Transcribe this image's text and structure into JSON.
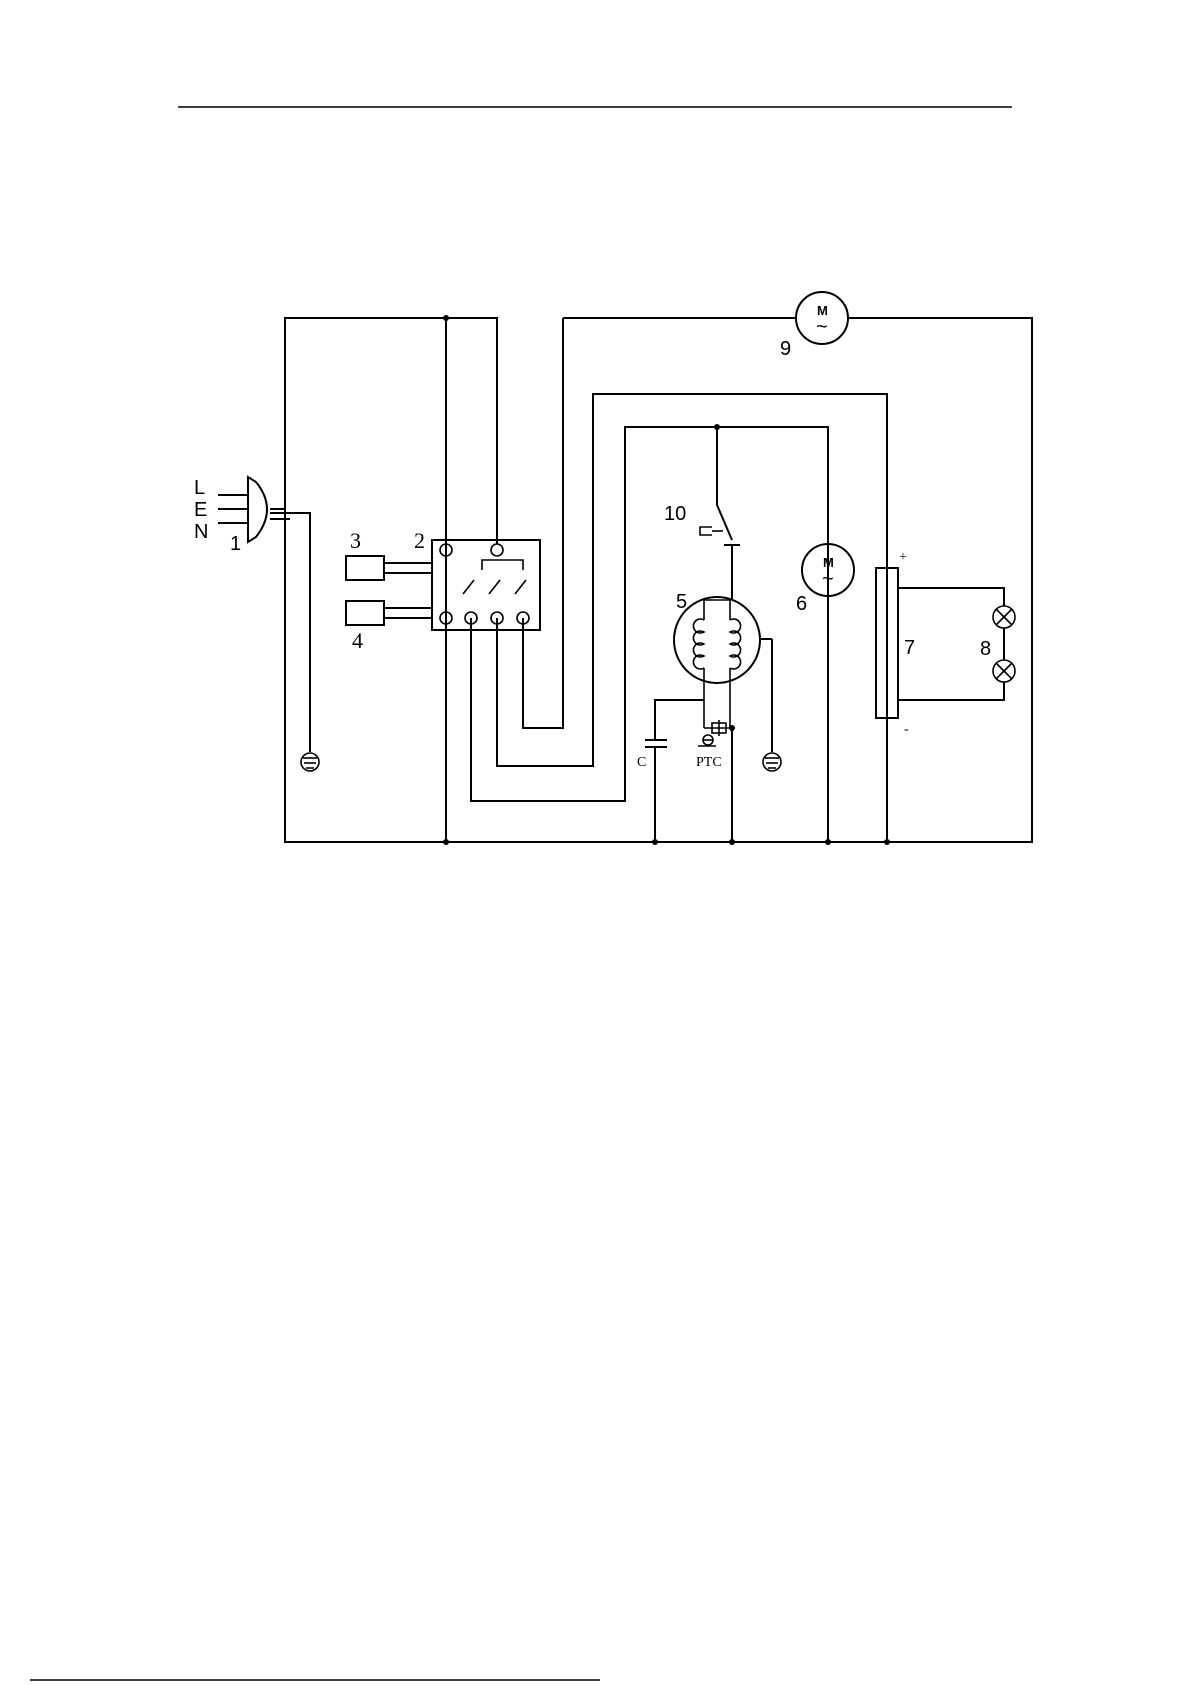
{
  "labels": {
    "plug_l": "L",
    "plug_e": "E",
    "plug_n": "N",
    "n1": "1",
    "n2": "2",
    "n3": "3",
    "n4": "4",
    "n5": "5",
    "n6": "6",
    "n7": "7",
    "n8": "8",
    "n9": "9",
    "n10": "10",
    "capacitor": "C",
    "ptc": "PTC",
    "plus": "+",
    "minus": "-",
    "motor_letter": "M",
    "ac_symbol": "~"
  },
  "colors": {
    "line": "#000000",
    "background": "#ffffff"
  }
}
